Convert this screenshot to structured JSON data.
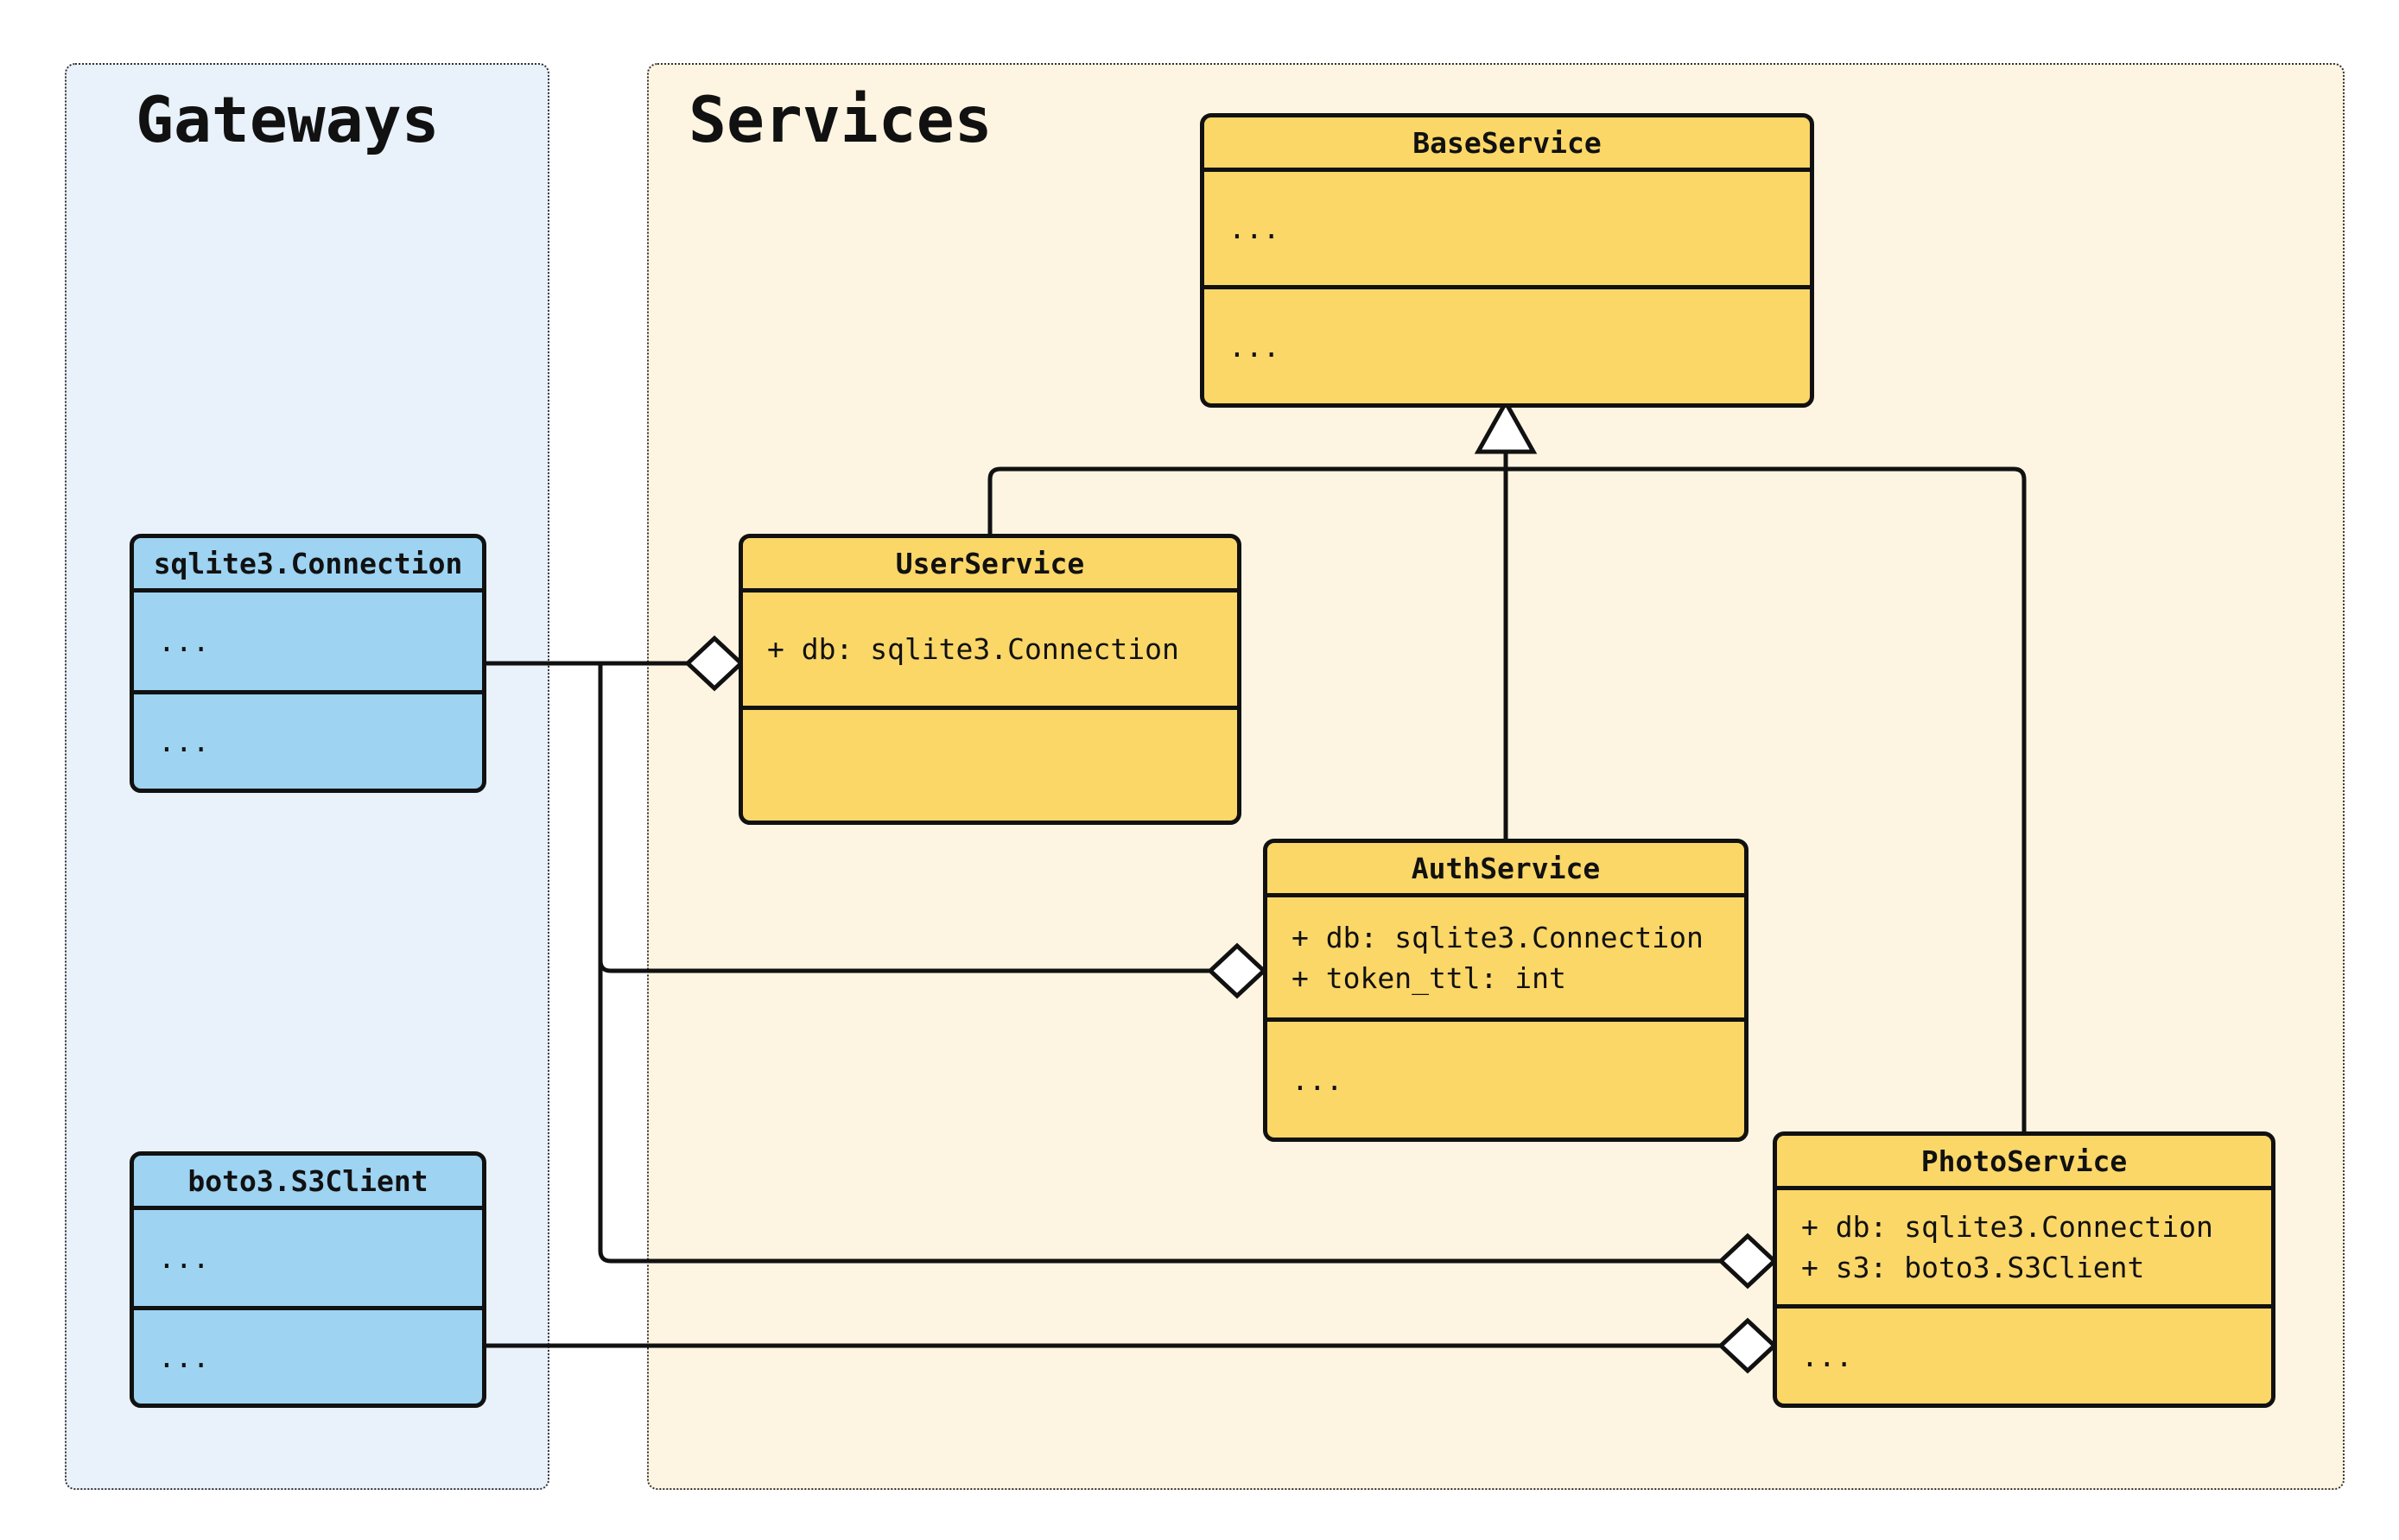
{
  "panels": {
    "gateways": {
      "title": "Gateways"
    },
    "services": {
      "title": "Services"
    }
  },
  "classes": {
    "sqlite3_connection": {
      "name": "sqlite3.Connection",
      "section1": "...",
      "section2": "..."
    },
    "boto3_s3client": {
      "name": "boto3.S3Client",
      "section1": "...",
      "section2": "..."
    },
    "base_service": {
      "name": "BaseService",
      "section1": "...",
      "section2": "..."
    },
    "user_service": {
      "name": "UserService",
      "attr1": "+ db: sqlite3.Connection",
      "section2": ""
    },
    "auth_service": {
      "name": "AuthService",
      "attr1": "+ db: sqlite3.Connection",
      "attr2": "+ token_ttl: int",
      "section2": "..."
    },
    "photo_service": {
      "name": "PhotoService",
      "attr1": "+ db: sqlite3.Connection",
      "attr2": "+ s3: boto3.S3Client",
      "section2": "..."
    }
  },
  "relations": [
    {
      "type": "inheritance",
      "from": "UserService",
      "to": "BaseService"
    },
    {
      "type": "inheritance",
      "from": "AuthService",
      "to": "BaseService"
    },
    {
      "type": "inheritance",
      "from": "PhotoService",
      "to": "BaseService"
    },
    {
      "type": "aggregation",
      "from": "sqlite3.Connection",
      "to": "UserService"
    },
    {
      "type": "aggregation",
      "from": "sqlite3.Connection",
      "to": "AuthService"
    },
    {
      "type": "aggregation",
      "from": "sqlite3.Connection",
      "to": "PhotoService"
    },
    {
      "type": "aggregation",
      "from": "boto3.S3Client",
      "to": "PhotoService"
    }
  ],
  "colors": {
    "gateway_box_fill": "#9ED3F2",
    "service_box_fill": "#FBD768",
    "gateways_panel_bg": "#E9F1FA",
    "services_panel_bg": "#FDF5E1",
    "edge_color": "#111111",
    "panel_border": "#333333"
  }
}
